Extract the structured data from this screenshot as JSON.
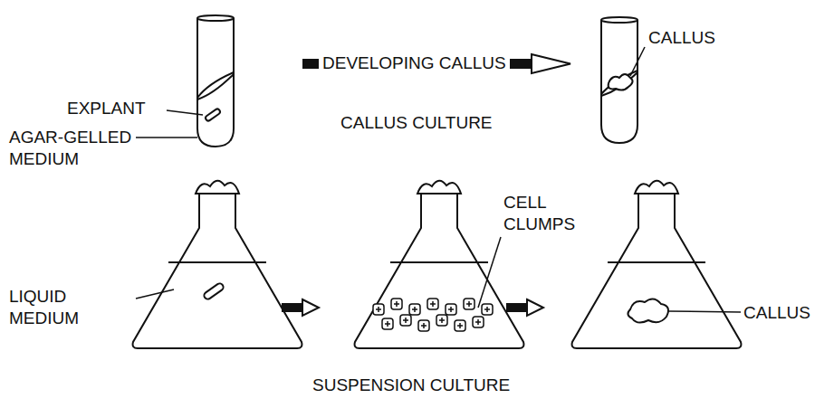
{
  "diagram": {
    "labels": [
      "EXPLANT",
      "AGAR-GELLED MEDIUM",
      "DEVELOPING CALLUS",
      "CALLUS CULTURE",
      "CALLUS",
      "CELL CLUMPS",
      "LIQUID MEDIUM",
      "CALLUS",
      "SUSPENSION CULTURE"
    ]
  }
}
